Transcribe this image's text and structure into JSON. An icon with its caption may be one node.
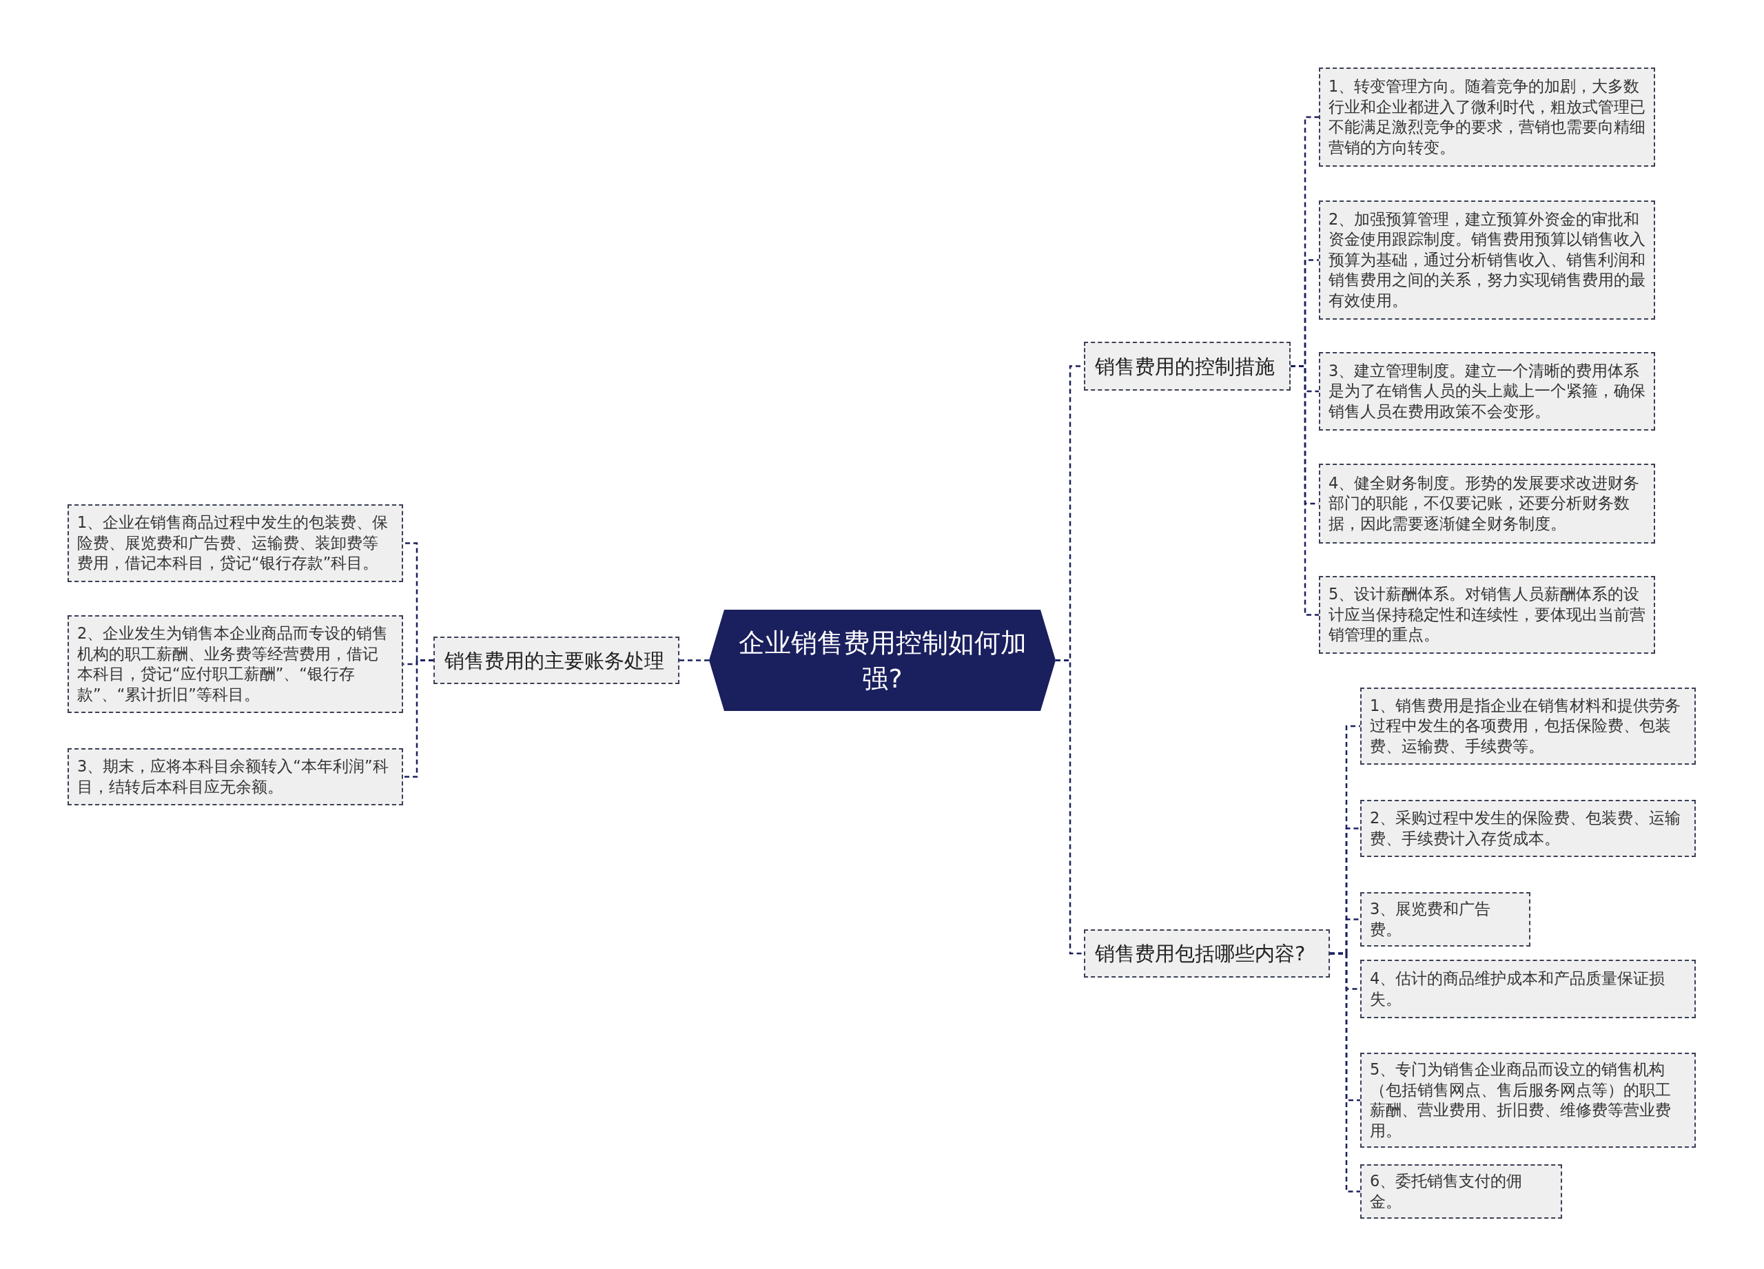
{
  "diagram": {
    "nodes": [
      {
        "text": [
          "企业销售费用控制如何加强?"
        ]
      },
      {
        "text": [
          "销售费用的主要账务处理"
        ]
      },
      {
        "text": [
          "1、企业在销售商品过程中发生的包装费、保险费、展览费和广告费、运输费、装卸费等费用，借记本科目，贷记“银行存款”科目。"
        ]
      },
      {
        "text": [
          "2、企业发生为销售本企业商品而专设的销售机构的职工薪酬、业务费等经营费用，借记本科目，贷记“应付职工薪酬”、“银行存款”、“累计折旧”等科目。"
        ]
      },
      {
        "text": [
          "3、期末，应将本科目余额转入“本年利润”科目，结转后本科目应无余额。"
        ]
      },
      {
        "text": [
          "销售费用的控制措施"
        ]
      },
      {
        "text": [
          "1、转变管理方向。随着竞争的加剧，大多数行业和企业都进入了微利时代，粗放式管理已不能满足激烈竞争的要求，营销也需要向精细营销的方向转变。"
        ]
      },
      {
        "text": [
          "2、加强预算管理，建立预算外资金的审批和资金使用跟踪制度。销售费用预算以销售收入预算为基础，通过分析销售收入、销售利润和销售费用之间的关系，努力实现销售费用的最有效使用。"
        ]
      },
      {
        "text": [
          "3、建立管理制度。建立一个清晰的费用体系是为了在销售人员的头上戴上一个紧箍，确保销售人员在费用政策不会变形。"
        ]
      },
      {
        "text": [
          "4、健全财务制度。形势的发展要求改进财务部门的职能，不仅要记账，还要分析财务数据，因此需要逐渐健全财务制度。"
        ]
      },
      {
        "text": [
          "5、设计薪酬体系。对销售人员薪酬体系的设计应当保持稳定性和连续性，要体现出当前营销管理的重点。"
        ]
      },
      {
        "text": [
          "销售费用包括哪些内容?"
        ]
      },
      {
        "text": [
          "1、销售费用是指企业在销售材料和提供劳务过程中发生的各项费用，包括保险费、包装费、运输费、手续费等。"
        ]
      },
      {
        "text": [
          "2、采购过程中发生的保险费、包装费、运输费、手续费计入存货成本。"
        ]
      },
      {
        "text": [
          "3、展览费和广告费。"
        ]
      },
      {
        "text": [
          "4、估计的商品维护成本和产品质量保证损失。"
        ]
      },
      {
        "text": [
          "5、专门为销售企业商品而设立的销售机构（包括销售网点、售后服务网点等）的职工薪酬、营业费用、折旧费、维修费等营业费用。"
        ]
      },
      {
        "text": [
          "6、委托销售支付的佣金。"
        ]
      }
    ],
    "edges": [
      {
        "from": 0,
        "to": 1,
        "arrow": "none"
      },
      {
        "from": 1,
        "to": 2,
        "arrow": "none"
      },
      {
        "from": 1,
        "to": 3,
        "arrow": "none"
      },
      {
        "from": 1,
        "to": 4,
        "arrow": "none"
      },
      {
        "from": 0,
        "to": 5,
        "arrow": "none"
      },
      {
        "from": 5,
        "to": 6,
        "arrow": "none"
      },
      {
        "from": 5,
        "to": 7,
        "arrow": "none"
      },
      {
        "from": 5,
        "to": 8,
        "arrow": "none"
      },
      {
        "from": 5,
        "to": 9,
        "arrow": "none"
      },
      {
        "from": 5,
        "to": 10,
        "arrow": "none"
      },
      {
        "from": 0,
        "to": 11,
        "arrow": "none"
      },
      {
        "from": 11,
        "to": 12,
        "arrow": "none"
      },
      {
        "from": 11,
        "to": 13,
        "arrow": "none"
      },
      {
        "from": 11,
        "to": 14,
        "arrow": "none"
      },
      {
        "from": 11,
        "to": 15,
        "arrow": "none"
      },
      {
        "from": 11,
        "to": 16,
        "arrow": "none"
      },
      {
        "from": 11,
        "to": 17,
        "arrow": "none"
      }
    ]
  }
}
